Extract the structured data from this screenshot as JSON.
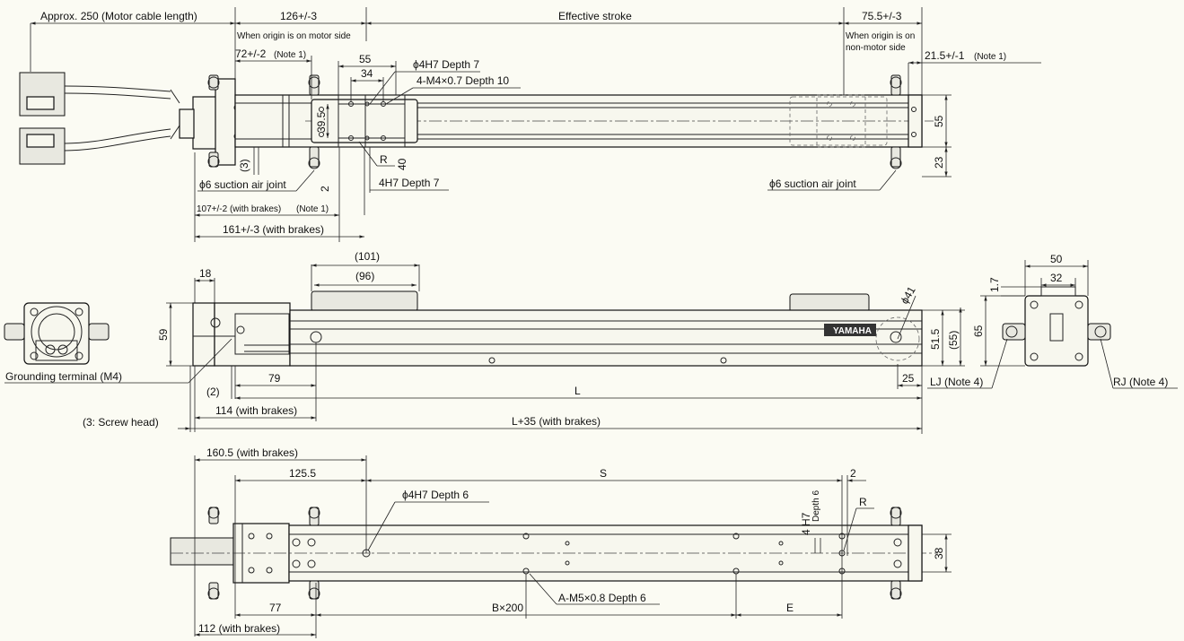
{
  "top_view": {
    "cable_length": "Approx. 250 (Motor cable length)",
    "origin_motor_dim": "126+/-3",
    "origin_motor_note": "When origin is on motor side",
    "effective_stroke": "Effective stroke",
    "origin_nonmotor_dim": "75.5+/-3",
    "origin_nonmotor_note_1": "When origin is on",
    "origin_nonmotor_note_2": "non-motor side",
    "dim_72": "72+/-2",
    "note1": "(Note 1)",
    "dim_21_5": "21.5+/-1",
    "dim_55_top": "55",
    "dim_34": "34",
    "hole_4h7_d7": "ϕ4H7 Depth 7",
    "tap_m4": "4-M4×0.7 Depth 10",
    "dim_39_5": "39.5",
    "dim_r": "R",
    "dim_40": "40",
    "dim_3": "(3)",
    "dim_2": "2",
    "slot_4h7": "4H7 Depth 7",
    "suction_left": "ϕ6 suction air joint",
    "suction_right": "ϕ6 suction air joint",
    "dim_107": "107+/-2 (with brakes)",
    "dim_161": "161+/-3 (with brakes)",
    "dim_55_side": "55",
    "dim_23": "23"
  },
  "side_view": {
    "dim_101": "(101)",
    "dim_96": "(96)",
    "dim_18": "18",
    "dim_59": "59",
    "phi41": "ϕ41",
    "dim_51_5": "51.5",
    "dim_55p": "(55)",
    "dim_25": "25",
    "grounding": "Grounding terminal (M4)",
    "dim_2p": "(2)",
    "dim_79": "79",
    "dim_L": "L",
    "dim_114": "114 (with brakes)",
    "screw_head": "(3: Screw head)",
    "dim_L35": "L+35 (with brakes)",
    "logo": "YAMAHA"
  },
  "end_views": {
    "dim_50": "50",
    "dim_32": "32",
    "dim_1_7": "1.7",
    "dim_65": "65",
    "lj": "LJ (Note 4)",
    "rj": "RJ (Note 4)"
  },
  "bottom_view": {
    "dim_160_5": "160.5 (with brakes)",
    "dim_125_5": "125.5",
    "dim_S": "S",
    "dim_2": "2",
    "hole_phi4": "ϕ4H7 Depth 6",
    "slot_4h7": "4 H7",
    "slot_depth": "Depth 6",
    "dim_R": "R",
    "dim_38": "38",
    "dim_77": "77",
    "dim_b200": "B×200",
    "tap_m5": "A-M5×0.8 Depth 6",
    "dim_E": "E",
    "dim_112": "112 (with brakes)"
  }
}
